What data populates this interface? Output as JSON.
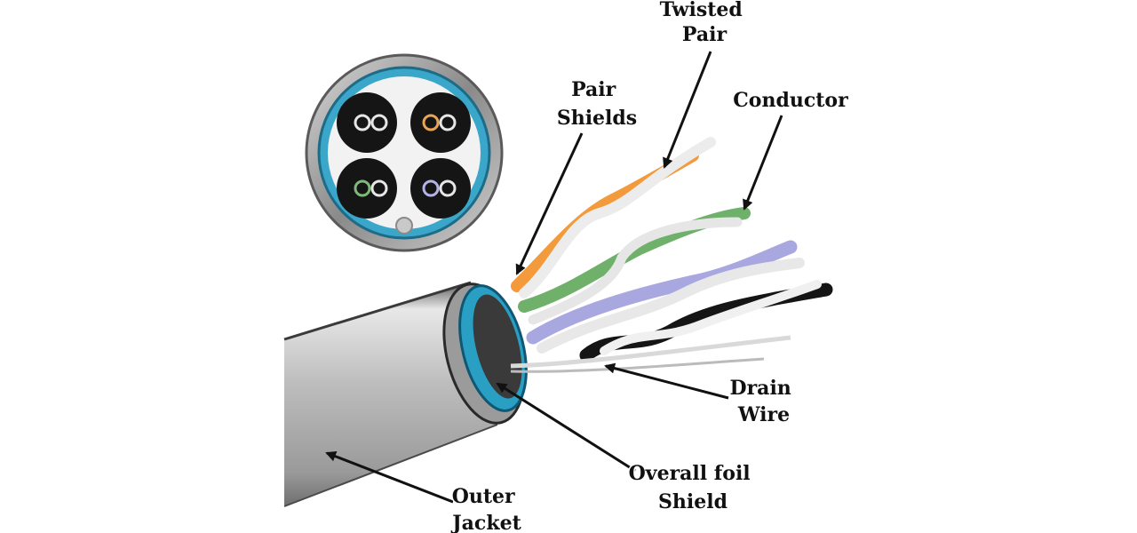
{
  "labels": {
    "twisted_pair": [
      "Twisted",
      "Pair"
    ],
    "pair_shields": [
      "Pair",
      "Shields"
    ],
    "conductor": [
      "Conductor"
    ],
    "drain_wire": [
      "Drain",
      "Wire"
    ],
    "overall_foil_shield": [
      "Overall foil",
      "Shield"
    ],
    "outer_jacket": [
      "Outer",
      "Jacket"
    ]
  },
  "colors": {
    "jacket": "#b8b8b8",
    "foil": "#2a9fc4",
    "orange_pair": "#f29a3c",
    "green_pair": "#6fb06a",
    "blue_pair": "#a9a7e0",
    "black_pair": "#1a1a1a",
    "white_wire": "#e9e9e9"
  }
}
